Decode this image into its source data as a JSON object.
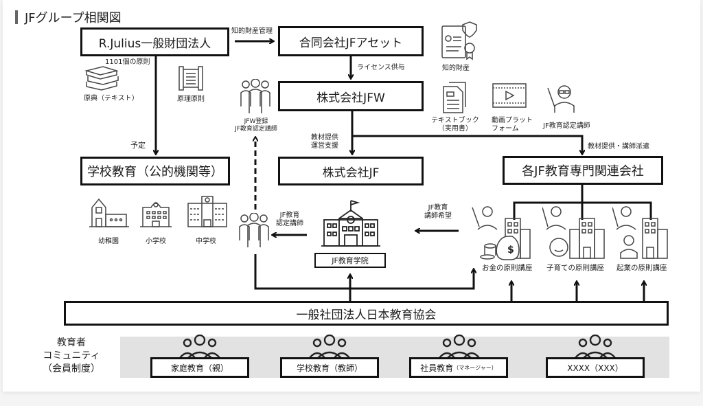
{
  "title": "JFグループ相関図",
  "nodes": {
    "julius": "R.Julius一般財団法人",
    "asset": "合同会社JFアセット",
    "jfw": "株式会社JFW",
    "school_public": "学校教育（公的機関等）",
    "jf": "株式会社JF",
    "related": "各JF教育専門関連会社",
    "academy": "JF教育学院",
    "association": "一般社団法人日本教育協会"
  },
  "edge_labels": {
    "ip_management": "知的財産管理",
    "license": "ライセンス供与",
    "principles_1101": "1101個の原則",
    "planned": "予定",
    "material_support_1": "教材提供",
    "material_support_2": "運営支援",
    "material_dispatch": "教材提供・講師派遣",
    "certified_teacher_1": "JF教育",
    "certified_teacher_2": "認定講師",
    "teacher_wish_1": "JF教育",
    "teacher_wish_2": "講師希望"
  },
  "icon_labels": {
    "scripture": "原典（テキスト）",
    "principles": "原理原則",
    "ip": "知的財産",
    "textbook_1": "テキストブック",
    "textbook_2": "（実用書）",
    "video_1": "動画プラット",
    "video_2": "フォーム",
    "jf_teacher": "JF教育認定講師",
    "jfw_reg_1": "JFW登録",
    "jfw_reg_2": "JF教育認定講師",
    "kindergarten": "幼稚園",
    "elementary": "小学校",
    "middle": "中学校"
  },
  "courses": [
    {
      "label": "お金の原則講座",
      "icon": "money-bag-icon"
    },
    {
      "label": "子育ての原則講座",
      "icon": "baby-icon"
    },
    {
      "label": "起業の原則講座",
      "icon": "businessman-icon"
    }
  ],
  "community": {
    "label_1": "教育者",
    "label_2": "コミュニティ",
    "label_3": "（会員制度）",
    "groups": [
      {
        "main": "家庭教育（親）",
        "sub": ""
      },
      {
        "main": "学校教育（教師）",
        "sub": ""
      },
      {
        "main": "社員教育",
        "sub": "（マネージャー）"
      },
      {
        "main": "XXXX（XXX）",
        "sub": ""
      }
    ]
  }
}
